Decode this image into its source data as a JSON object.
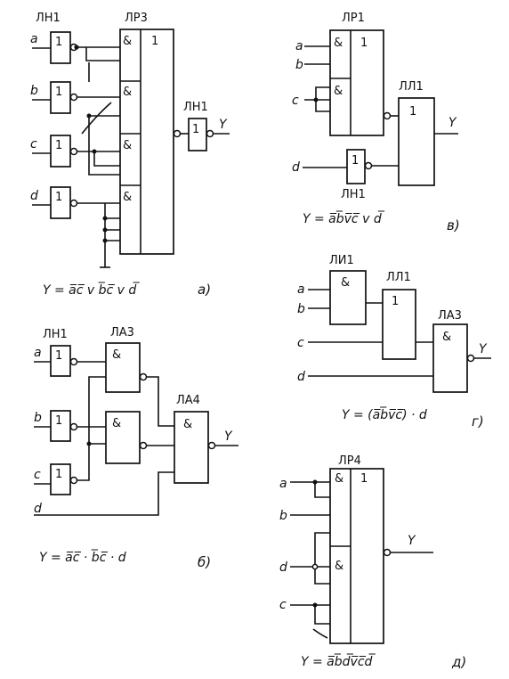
{
  "a": {
    "tag": "а)",
    "inv_label": "ЛН1",
    "main_label": "ЛР3",
    "out_label": "ЛН1",
    "inputs": [
      "a",
      "b",
      "c",
      "d"
    ],
    "output": "Y",
    "formula": "Y = a̅c̅ v b̅c̅ v d̅",
    "and_symbol": "&",
    "or_symbol": "1",
    "inv_symbol": "1"
  },
  "b": {
    "tag": "б)",
    "inv_label": "ЛН1",
    "nand_label": "ЛА3",
    "out_label": "ЛА4",
    "inputs": [
      "a",
      "b",
      "c",
      "d"
    ],
    "output": "Y",
    "formula": "Y = a̅c̅ · b̅c̅ · d",
    "and_symbol": "&",
    "inv_symbol": "1"
  },
  "v": {
    "tag": "в)",
    "main_label": "ЛР1",
    "or_label": "ЛЛ1",
    "inv_label": "ЛН1",
    "inputs": [
      "a",
      "b",
      "c",
      "d"
    ],
    "output": "Y",
    "formula": "Y = a̅b̅v̅c̅ v d̅",
    "and_symbol": "&",
    "or_symbol": "1"
  },
  "g": {
    "tag": "г)",
    "and_label": "ЛИ1",
    "or_label": "ЛЛ1",
    "nand_label": "ЛА3",
    "inputs": [
      "a",
      "b",
      "c",
      "d"
    ],
    "output": "Y",
    "formula": "Y = (a̅b̅v̅c̅) · d",
    "and_symbol": "&",
    "or_symbol": "1"
  },
  "d": {
    "tag": "д)",
    "main_label": "ЛР4",
    "inputs": [
      "a",
      "b",
      "d",
      "c"
    ],
    "output": "Y",
    "formula": "Y = a̅b̅d̅v̅c̅d̅",
    "and_symbol": "&",
    "or_symbol": "1"
  }
}
